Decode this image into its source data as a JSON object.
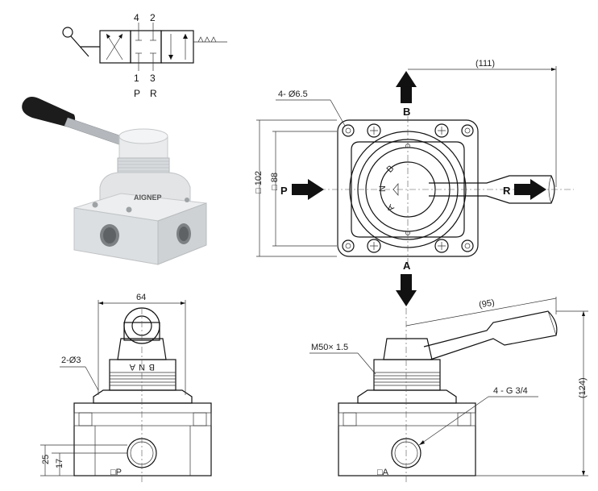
{
  "schematic": {
    "top_ports": [
      "4",
      "2"
    ],
    "bottom_ports": [
      "1",
      "3"
    ],
    "bottom_letters": [
      "P",
      "R"
    ]
  },
  "product": {
    "brand": "AIGNEP"
  },
  "top_view": {
    "dim_width": "(111)",
    "dim_hole": "4- Ø6.5",
    "dim_outer": "□ 102",
    "dim_inner": "□ 88",
    "port_B": "B",
    "port_A": "A",
    "port_P": "P",
    "port_R": "R",
    "dial_B": "B",
    "dial_N": "N",
    "dial_A": "A"
  },
  "front_view": {
    "dim_width": "64",
    "dim_hole": "2-Ø3",
    "dim_25": "25",
    "dim_17": "17",
    "port_label": "□P",
    "collar_text": [
      "A",
      "N",
      "B"
    ]
  },
  "side_view": {
    "dim_thread": "M50× 1.5",
    "dim_port": "4 - G 3/4",
    "dim_lever": "(95)",
    "dim_height": "(124)",
    "port_label": "□A"
  }
}
